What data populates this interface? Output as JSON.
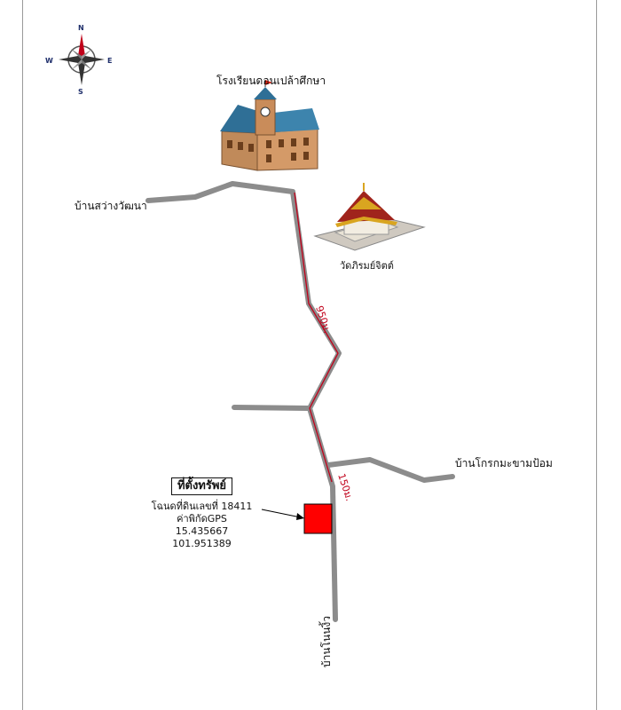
{
  "compass": {
    "north": "N",
    "south": "S",
    "east": "E",
    "west": "W"
  },
  "places": {
    "school": "โรงเรียนดอนเปล้าศึกษา",
    "temple": "วัดภิรมย์จิตต์",
    "village_west": "บ้านสว่างวัฒนา",
    "village_east": "บ้านโกรกมะขามป้อม",
    "village_south": "บ้านโนนงิ้ว"
  },
  "distances": {
    "upper_segment": "950ม.",
    "lower_segment": "150ม."
  },
  "property": {
    "title": "ที่ตั้งทรัพย์",
    "deed": "โฉนดที่ดินเลขที่ 18411",
    "gps_label": "ค่าพิกัดGPS",
    "lat": "15.435667",
    "lon": "101.951389"
  },
  "colors": {
    "road": "#8c8c8c",
    "route": "#c0001a",
    "marker": "#ff0000"
  },
  "icons": [
    "compass-rose-icon",
    "school-building-icon",
    "temple-icon"
  ]
}
